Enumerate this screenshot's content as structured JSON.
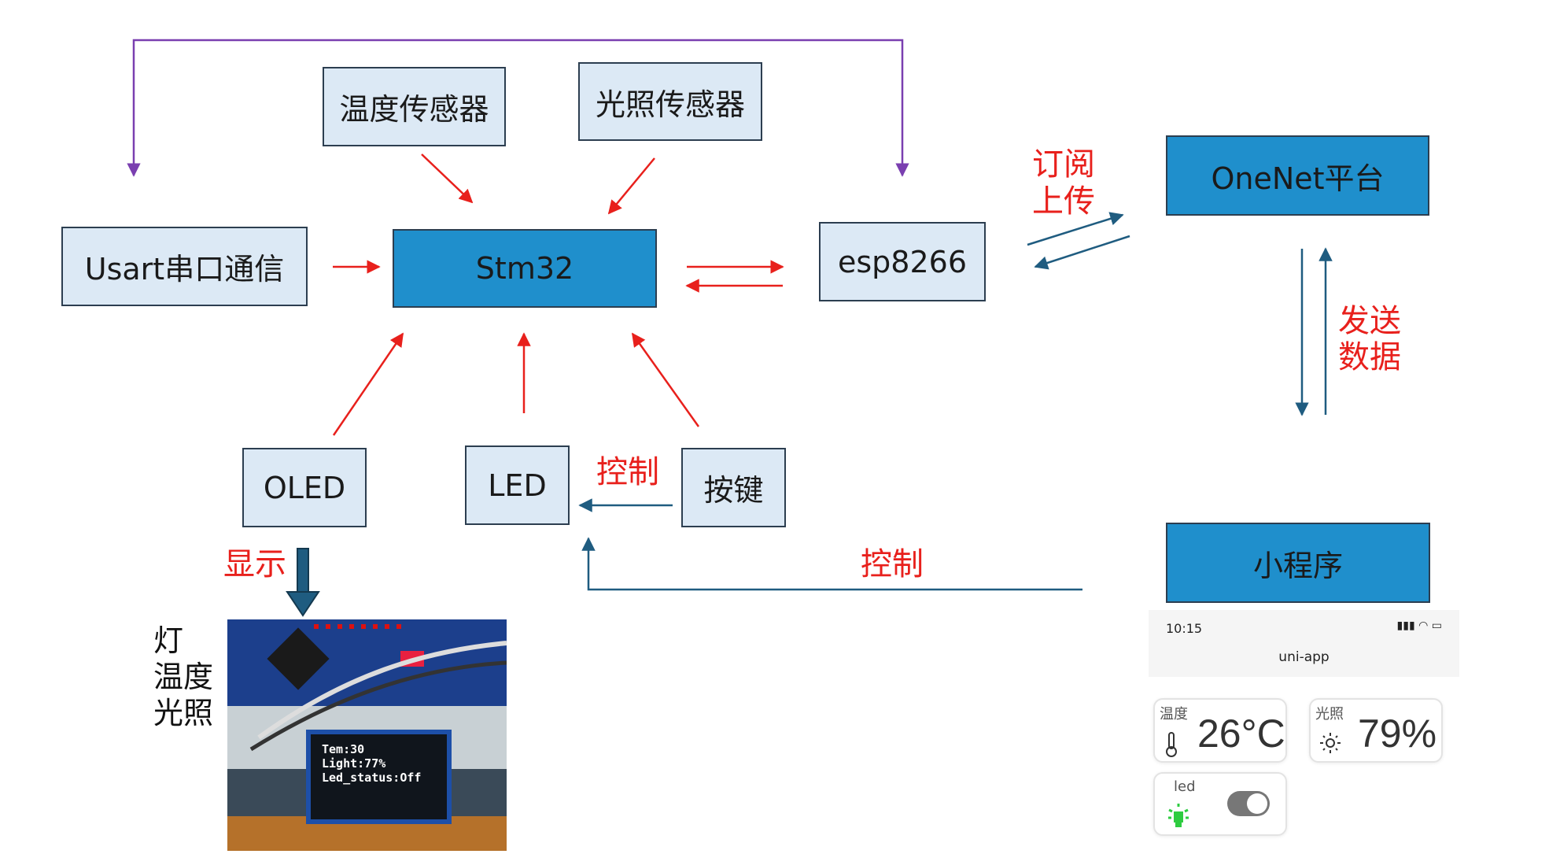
{
  "nodes": {
    "temp_sensor": "温度传感器",
    "light_sensor": "光照传感器",
    "usart": "Usart串口通信",
    "stm32": "Stm32",
    "esp8266": "esp8266",
    "onenet": "OneNet平台",
    "oled": "OLED",
    "led": "LED",
    "key": "按键",
    "miniprogram": "小程序"
  },
  "labels": {
    "subscribe": "订阅",
    "upload": "上传",
    "send": "发送",
    "data": "数据",
    "control_key": "控制",
    "control_app": "控制",
    "display": "显示"
  },
  "oled_caption": {
    "line1": "灯",
    "line2": "温度",
    "line3": "光照"
  },
  "oled_screen": {
    "line1": "Tem:30",
    "line2": "Light:77%",
    "line3": "Led_status:Off"
  },
  "app": {
    "time": "10:15",
    "title": "uni-app",
    "temp_label": "温度",
    "temp_value": "26°C",
    "light_label": "光照",
    "light_value": "79%",
    "led_label": "led",
    "led_on": false
  },
  "colors": {
    "box_light": "#dce9f5",
    "box_blue": "#1f8fcc",
    "arrow_red": "#e8201c",
    "arrow_dark": "#1f5c80",
    "arrow_purple": "#7a3fb0"
  }
}
